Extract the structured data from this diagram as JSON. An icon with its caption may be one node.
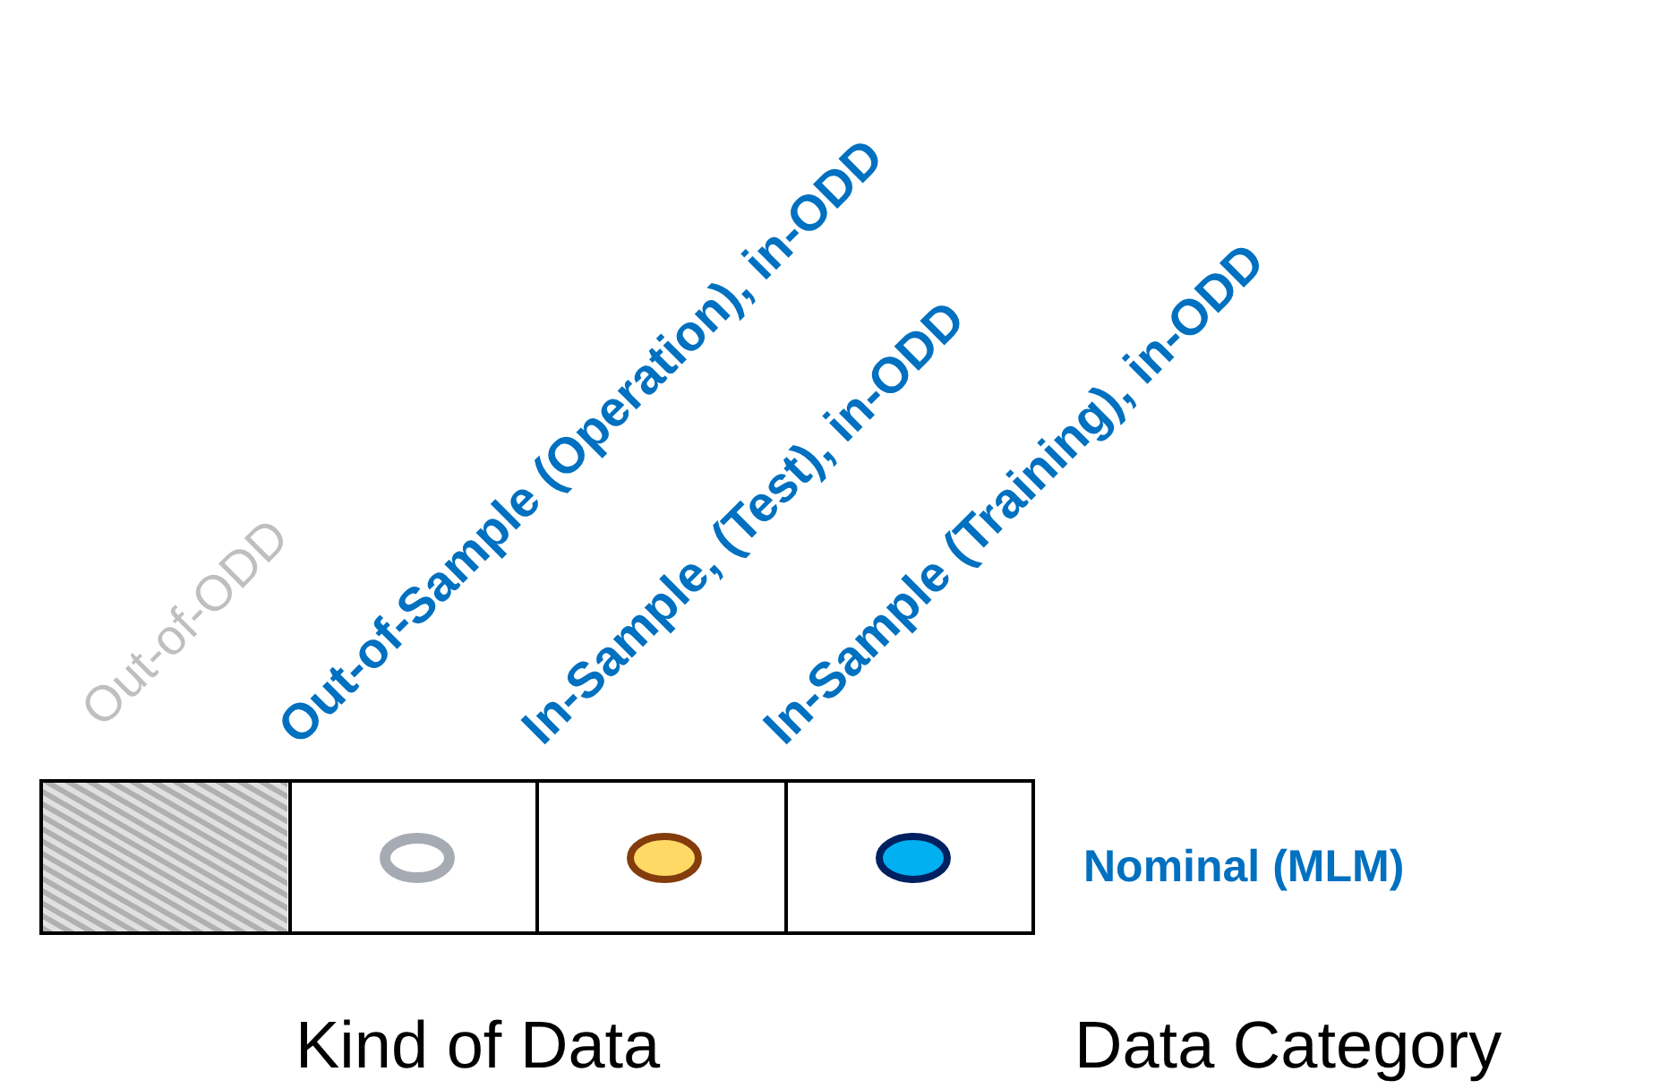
{
  "diagram": {
    "nodes": [
      {
        "text": [],
        "shape": "box",
        "beside": [
          "Out-of-ODD"
        ]
      },
      {
        "text": [],
        "shape": "box",
        "beside": [
          "Out-of-Sample (Operation), in-ODD"
        ]
      },
      {
        "text": [],
        "shape": "box",
        "beside": [
          "In-Sample, (Test), in-ODD"
        ]
      },
      {
        "text": [],
        "shape": "box",
        "beside": [
          "In-Sample (Training), in-ODD"
        ]
      }
    ],
    "labels": [
      "Nominal (MLM)",
      "Kind of Data",
      "Data Category"
    ]
  }
}
